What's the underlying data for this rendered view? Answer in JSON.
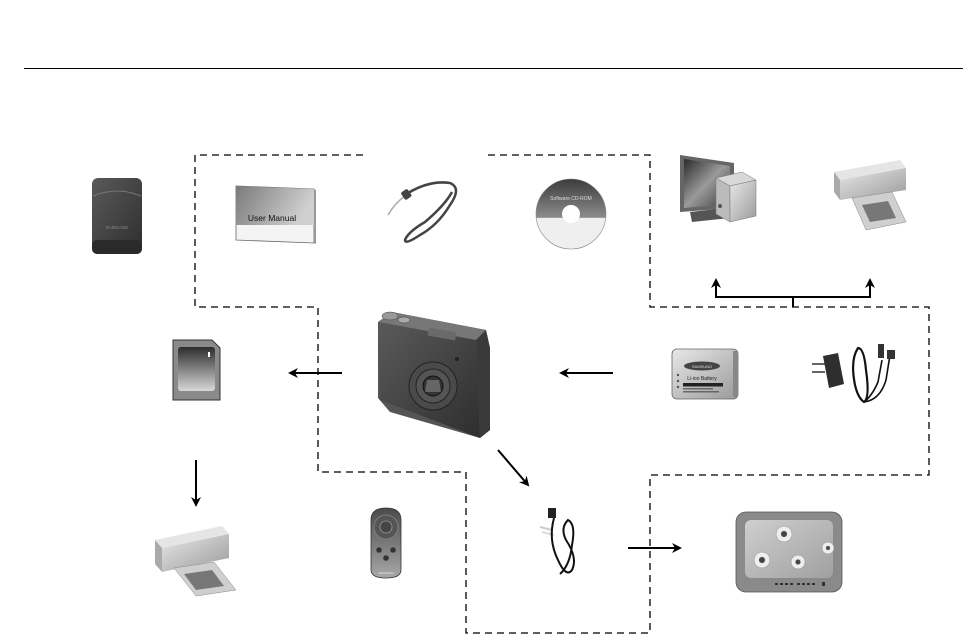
{
  "diagram": {
    "title": "",
    "items": {
      "camera_case": {
        "label": "Camera case",
        "brand_text": "SAMSUNG"
      },
      "user_manual": {
        "label": "User Manual"
      },
      "strap": {
        "label": "Camera strap"
      },
      "software_cd": {
        "label": "Software CD-ROM"
      },
      "computer": {
        "label": "Computer"
      },
      "printer_pictbridge": {
        "label": "PictBridge printer"
      },
      "sd_card": {
        "label": "SD memory card"
      },
      "camera": {
        "label": "Digital camera"
      },
      "battery": {
        "label": "Li-ion Battery",
        "brand_text": "SAMSUNG"
      },
      "charger": {
        "label": "AC adapter / USB cable"
      },
      "printer_dpof": {
        "label": "DPOF compatible printer"
      },
      "remote": {
        "label": "Remote control",
        "brand_text": "SAMSUNG"
      },
      "av_cable": {
        "label": "AV cable"
      },
      "tv": {
        "label": "External monitor (TV)"
      }
    },
    "colors": {
      "line": "#000000",
      "product_dark": "#3a3a3a",
      "product_mid": "#8a8a8a",
      "product_light": "#d8d8d8"
    },
    "included_box_style": "dashed"
  }
}
